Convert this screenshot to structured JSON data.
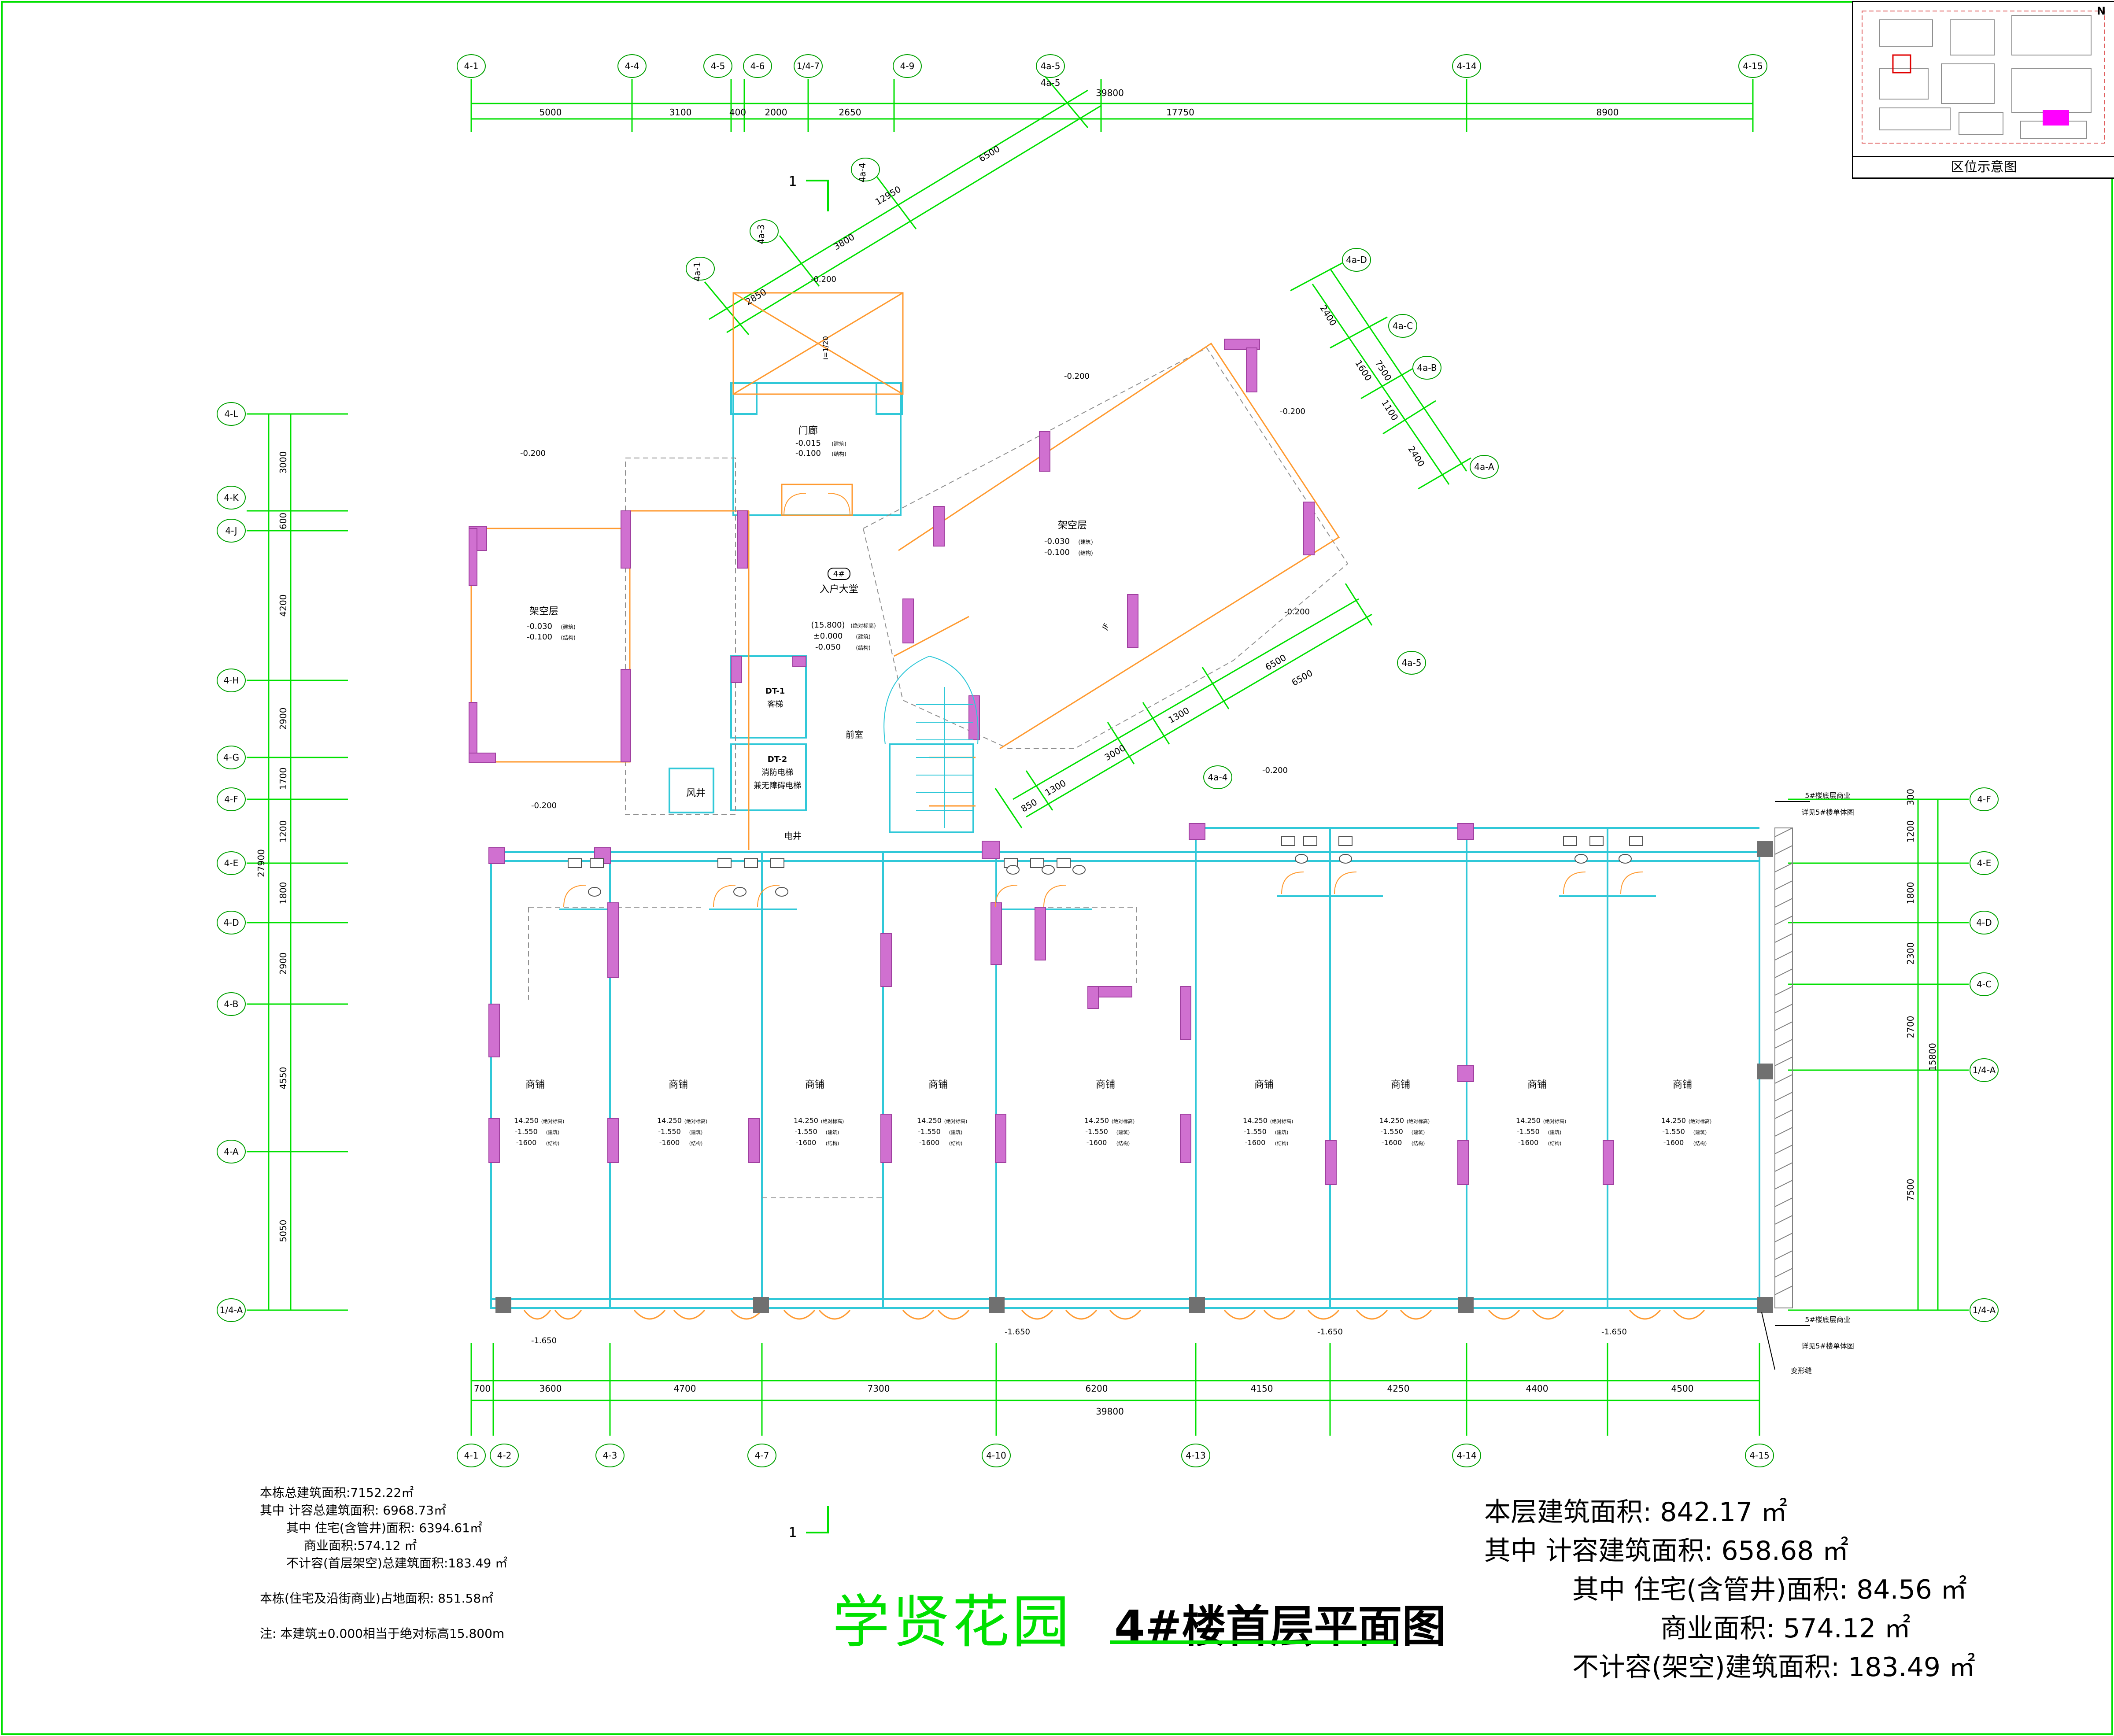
{
  "project": {
    "name": "学贤花园",
    "drawing_title": "4#楼首层平面图"
  },
  "building_stats": {
    "total_area": "本栋总建筑面积:7152.22㎡",
    "counted_total": "其中 计容总建筑面积: 6968.73㎡",
    "residential_area": "其中 住宅(含管井)面积: 6394.61㎡",
    "commercial_area": "商业面积:574.12 ㎡",
    "excluded_area": "不计容(首层架空)总建筑面积:183.49 ㎡",
    "footprint": "本栋(住宅及沿街商业)占地面积: 851.58㎡",
    "note": "注: 本建筑±0.000相当于绝对标高15.800m"
  },
  "floor_stats": {
    "floor_area": "本层建筑面积: 842.17 ㎡",
    "counted_area": "其中 计容建筑面积: 658.68 ㎡",
    "residential_area": "其中 住宅(含管井)面积: 84.56 ㎡",
    "commercial_area": "商业面积: 574.12 ㎡",
    "excluded_area": "不计容(架空)建筑面积: 183.49 ㎡"
  },
  "keymap": {
    "caption": "区位示意图",
    "north": "N"
  },
  "grid": {
    "top_axes": [
      "4-1",
      "4-4",
      "4-5",
      "4-6",
      "1/4-7",
      "4-9",
      "4a-5",
      "4-14",
      "4-15"
    ],
    "top_dims": [
      "5000",
      "3100",
      "400",
      "2000",
      "2650",
      "17750",
      "8900"
    ],
    "top_total": "39800",
    "bottom_axes": [
      "4-1",
      "4-2",
      "4-3",
      "4-7",
      "4-10",
      "4-13",
      "4-14",
      "4-15"
    ],
    "bottom_dims": [
      "700",
      "3600",
      "4700",
      "7300",
      "6200",
      "4150",
      "4250",
      "4400",
      "4500"
    ],
    "bottom_total": "39800",
    "left_axes": [
      "4-L",
      "4-K",
      "4-J",
      "4-H",
      "4-G",
      "4-F",
      "4-E",
      "4-D",
      "4-B",
      "4-A",
      "1/4-A"
    ],
    "left_dims": [
      "3000",
      "600",
      "4200",
      "2900",
      "1700",
      "1200",
      "1800",
      "2900",
      "4550",
      "5050"
    ],
    "left_total": "27900",
    "right_axes": [
      "4-F",
      "4-E",
      "4-D",
      "4-C",
      "1/4-A",
      "1/4-A"
    ],
    "right_dims": [
      "300",
      "1200",
      "1800",
      "2300",
      "2700",
      "7500"
    ],
    "right_total": "15800",
    "skew_axes_a": [
      "4a-1",
      "4a-3",
      "4a-4",
      "4a-5"
    ],
    "skew_dims_a": [
      "2850",
      "3800",
      "6500",
      "12950"
    ],
    "skew_axes_b": [
      "4a-D",
      "4a-C",
      "4a-B",
      "4a-A"
    ],
    "skew_dims_b": [
      "2400",
      "1600",
      "1100",
      "2400",
      "7500"
    ],
    "skew_axes_c": [
      "4a-4",
      "4a-5"
    ],
    "skew_dims_c": [
      "850",
      "1300",
      "3000",
      "1300",
      "6500",
      "6500"
    ]
  },
  "rooms": {
    "porch": {
      "name": "门廊",
      "level1": "-0.015",
      "level2": "-0.100",
      "t1": "(建筑)",
      "t2": "(结构)"
    },
    "lobby": {
      "badge": "4#",
      "name": "入户大堂",
      "level0": "(15.800)",
      "level1": "±0.000",
      "level2": "-0.050",
      "t0": "(绝对标高)",
      "t1": "(建筑)",
      "t2": "(结构)"
    },
    "open_left": {
      "name": "架空层",
      "level1": "-0.030",
      "level2": "-0.100",
      "t1": "(建筑)",
      "t2": "(结构)"
    },
    "open_right": {
      "name": "架空层",
      "level1": "-0.030",
      "level2": "-0.100",
      "t1": "(建筑)",
      "t2": "(结构)"
    },
    "elev1": {
      "code": "DT-1",
      "name": "客梯"
    },
    "elev2": {
      "code": "DT-2",
      "name1": "消防电梯",
      "name2": "兼无障碍电梯"
    },
    "shaft": "风井",
    "elec": "电井",
    "foyer": "前室",
    "jf": "JF",
    "ramp": "i=1/20",
    "shop": {
      "name": "商铺",
      "level0": "14.250",
      "level1": "-1.550",
      "level2": "-1600",
      "t0": "(绝对标高)",
      "t1": "(建筑)",
      "t2": "(结构)"
    }
  },
  "levels": [
    "-0.200",
    "-1.650"
  ],
  "notes": {
    "n1": "5#楼底层商业",
    "n2": "详见5#楼单体图",
    "n3": "变形缝"
  },
  "section_mark": "1"
}
